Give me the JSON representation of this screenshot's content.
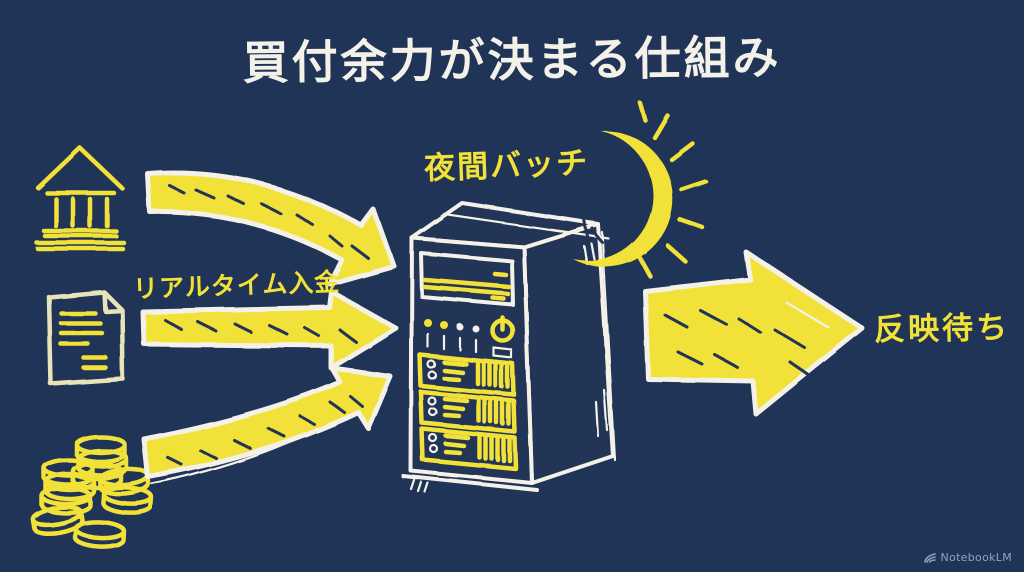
{
  "title": "買付余力が決まる仕組み",
  "labels": {
    "night_batch": "夜間バッチ",
    "realtime_deposit": "リアルタイム入金",
    "pending_reflection": "反映待ち"
  },
  "icons": {
    "bank": "bank-icon",
    "document": "document-icon",
    "coins": "coins-icon",
    "server": "server-tower-icon",
    "moon": "moon-icon",
    "arrows": [
      "flow-arrow-top",
      "flow-arrow-middle",
      "flow-arrow-bottom",
      "output-arrow"
    ],
    "notebooklm_logo": "notebooklm-logo-icon"
  },
  "watermark": {
    "text": "NotebookLM"
  },
  "colors": {
    "background": "#203457",
    "accent_yellow": "#F2E137",
    "sketch_white": "#F4F1E8",
    "pale_yellow": "#E9E3B9",
    "watermark_text": "#93A2BE"
  }
}
